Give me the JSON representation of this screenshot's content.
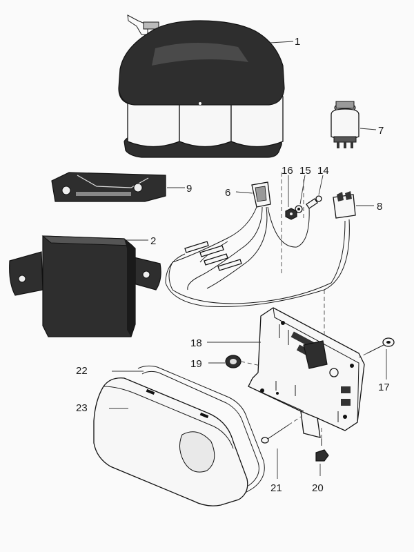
{
  "labels": {
    "p1": "1",
    "p2": "2",
    "p6": "6",
    "p7": "7",
    "p8": "8",
    "p9": "9",
    "p14": "14",
    "p15": "15",
    "p16": "16",
    "p17": "17",
    "p18": "18",
    "p19": "19",
    "p20": "20",
    "p21": "21",
    "p22": "22",
    "p23": "23"
  },
  "colors": {
    "ink": "#1a1a1a",
    "paper": "#fafafa"
  }
}
